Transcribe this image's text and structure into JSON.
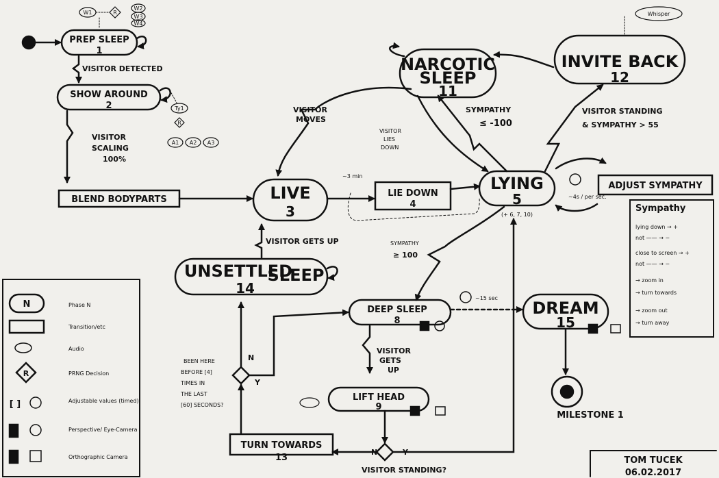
{
  "states": {
    "prep_sleep": {
      "name": "PREP SLEEP",
      "num": "1"
    },
    "show_around": {
      "name": "SHOW AROUND",
      "num": "2"
    },
    "live": {
      "name": "LIVE",
      "num": "3"
    },
    "lie_down": {
      "name": "LIE DOWN",
      "num": "4"
    },
    "lying": {
      "name": "LYING",
      "num": "5",
      "sub": "(+ 6, 7, 10)"
    },
    "deep_sleep": {
      "name": "DEEP SLEEP",
      "num": "8"
    },
    "lift_head": {
      "name": "LIFT HEAD",
      "num": "9"
    },
    "narcotic_sleep": {
      "name1": "NARCOTIC",
      "name2": "SLEEP",
      "num": "11"
    },
    "invite_back": {
      "name": "INVITE BACK",
      "num": "12"
    },
    "turn_towards": {
      "name": "TURN TOWARDS",
      "num": "13"
    },
    "unsettled_sleep": {
      "name1": "UNSETTLED",
      "name2": "SLEEP",
      "num": "14"
    },
    "dream": {
      "name": "DREAM",
      "num": "15"
    }
  },
  "transitions": {
    "blend_bodyparts": "BLEND BODYPARTS",
    "adjust_sympathy": "ADJUST SYMPATHY"
  },
  "audio": {
    "w1": "W1",
    "w2": "W2",
    "w3": "W3",
    "w4": "W4",
    "ty1": "Ty1",
    "a1": "A1",
    "a2": "A2",
    "a3": "A3",
    "whisper": "Whisper",
    "r": "R"
  },
  "edge_labels": {
    "visitor_detected": "VISITOR DETECTED",
    "visitor_scaling1": "VISITOR",
    "visitor_scaling2": "SCALING",
    "visitor_scaling3": "100%",
    "visitor_moves1": "VISITOR",
    "visitor_moves2": "MOVES",
    "visitor_lies1": "VISITOR",
    "visitor_lies2": "LIES",
    "visitor_lies3": "DOWN",
    "sympathy_low1": "SYMPATHY",
    "sympathy_low2": "≤ -100",
    "visitor_standing1": "VISITOR STANDING",
    "visitor_standing2": "& SYMPATHY > 55",
    "sympathy_high1": "SYMPATHY",
    "sympathy_high2": "≥ 100",
    "visitor_gets_up": "VISITOR GETS UP",
    "visitor_gets_up2a": "VISITOR",
    "visitor_gets_up2b": "GETS",
    "visitor_gets_up2c": "UP",
    "timer_3min": "~3 min",
    "timer_15sec": "~15 sec",
    "timer_4s": "~4s / per sec.",
    "visitor_standing_q": "VISITOR STANDING?",
    "been_here1": "BEEN HERE",
    "been_here2": "BEFORE [4]",
    "been_here3": "TIMES IN",
    "been_here4": "THE LAST",
    "been_here5": "[60] SECONDS?",
    "n": "N",
    "y": "Y",
    "milestone": "MILESTONE 1"
  },
  "sympathy_box": {
    "title": "Sympathy",
    "rows": [
      "lying down → +",
      "not —— → −",
      "close to screen → +",
      "not —— → −",
      "→ zoom in",
      "→ turn towards",
      "→ zoom out",
      "→ turn away"
    ]
  },
  "legend": {
    "items": [
      {
        "sym": "N",
        "text": "Phase N"
      },
      {
        "sym": "",
        "text": "Transition/etc"
      },
      {
        "sym": "",
        "text": "Audio"
      },
      {
        "sym": "R",
        "text": "PRNG Decision"
      },
      {
        "sym": "[ ]",
        "text": "Adjustable values (timed)"
      },
      {
        "sym": "",
        "text": "Perspective/ Eye-Camera"
      },
      {
        "sym": "",
        "text": "Orthographic Camera"
      }
    ]
  },
  "signature": {
    "name": "TOM TUCEK",
    "date": "06.02.2017"
  }
}
